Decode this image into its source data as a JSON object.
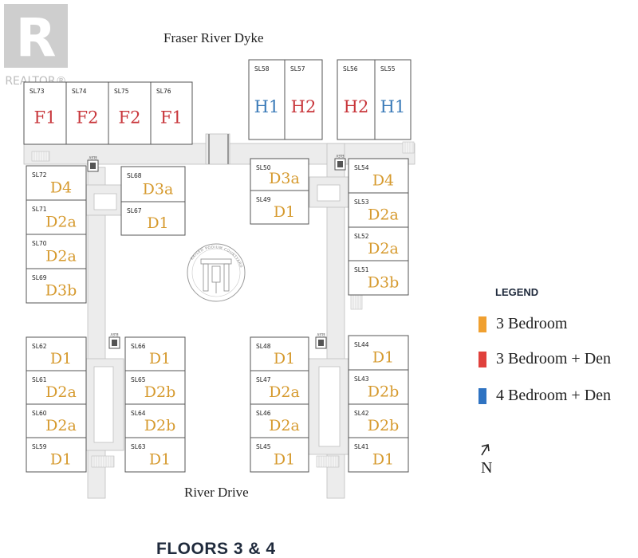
{
  "branding": {
    "watermark": "REALTOR®"
  },
  "labels": {
    "top_street": "Fraser River Dyke",
    "bottom_street": "River Drive",
    "floors": "FLOORS 3 & 4",
    "north": "N",
    "elevator": "ELEV",
    "courtyard": "RAISED PODIUM COURTYARD"
  },
  "legend": {
    "title": "LEGEND",
    "items": [
      {
        "label": "3 Bedroom",
        "color": "#f0a030"
      },
      {
        "label": "3 Bedroom + Den",
        "color": "#e0413c"
      },
      {
        "label": "4 Bedroom + Den",
        "color": "#2f73c2"
      }
    ]
  },
  "colors": {
    "orange": "#d69a2e",
    "red": "#c8363b",
    "blue": "#3a7ab8"
  },
  "units": [
    {
      "id": "SL73",
      "type": "F1",
      "color": "red"
    },
    {
      "id": "SL74",
      "type": "F2",
      "color": "red"
    },
    {
      "id": "SL75",
      "type": "F2",
      "color": "red"
    },
    {
      "id": "SL76",
      "type": "F1",
      "color": "red"
    },
    {
      "id": "SL58",
      "type": "H1",
      "color": "blue"
    },
    {
      "id": "SL57",
      "type": "H2",
      "color": "red"
    },
    {
      "id": "SL56",
      "type": "H2",
      "color": "red"
    },
    {
      "id": "SL55",
      "type": "H1",
      "color": "blue"
    },
    {
      "id": "SL72",
      "type": "D4",
      "color": "orange"
    },
    {
      "id": "SL71",
      "type": "D2a",
      "color": "orange"
    },
    {
      "id": "SL70",
      "type": "D2a",
      "color": "orange"
    },
    {
      "id": "SL69",
      "type": "D3b",
      "color": "orange"
    },
    {
      "id": "SL68",
      "type": "D3a",
      "color": "orange"
    },
    {
      "id": "SL67",
      "type": "D1",
      "color": "orange"
    },
    {
      "id": "SL50",
      "type": "D3a",
      "color": "orange"
    },
    {
      "id": "SL49",
      "type": "D1",
      "color": "orange"
    },
    {
      "id": "SL54",
      "type": "D4",
      "color": "orange"
    },
    {
      "id": "SL53",
      "type": "D2a",
      "color": "orange"
    },
    {
      "id": "SL52",
      "type": "D2a",
      "color": "orange"
    },
    {
      "id": "SL51",
      "type": "D3b",
      "color": "orange"
    },
    {
      "id": "SL62",
      "type": "D1",
      "color": "orange"
    },
    {
      "id": "SL61",
      "type": "D2a",
      "color": "orange"
    },
    {
      "id": "SL60",
      "type": "D2a",
      "color": "orange"
    },
    {
      "id": "SL59",
      "type": "D1",
      "color": "orange"
    },
    {
      "id": "SL66",
      "type": "D1",
      "color": "orange"
    },
    {
      "id": "SL65",
      "type": "D2b",
      "color": "orange"
    },
    {
      "id": "SL64",
      "type": "D2b",
      "color": "orange"
    },
    {
      "id": "SL63",
      "type": "D1",
      "color": "orange"
    },
    {
      "id": "SL48",
      "type": "D1",
      "color": "orange"
    },
    {
      "id": "SL47",
      "type": "D2a",
      "color": "orange"
    },
    {
      "id": "SL46",
      "type": "D2a",
      "color": "orange"
    },
    {
      "id": "SL45",
      "type": "D1",
      "color": "orange"
    },
    {
      "id": "SL44",
      "type": "D1",
      "color": "orange"
    },
    {
      "id": "SL43",
      "type": "D2b",
      "color": "orange"
    },
    {
      "id": "SL42",
      "type": "D2b",
      "color": "orange"
    },
    {
      "id": "SL41",
      "type": "D1",
      "color": "orange"
    }
  ]
}
